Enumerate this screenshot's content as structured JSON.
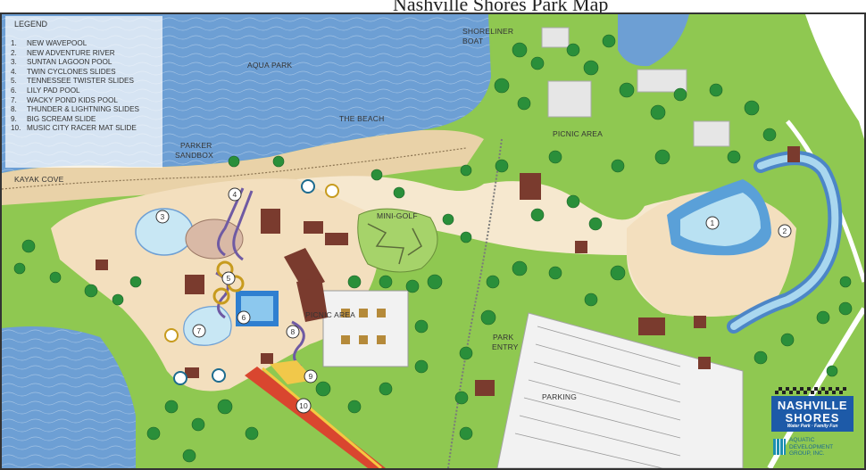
{
  "title": "Nashville Shores Park Map",
  "legend": {
    "title": "LEGEND",
    "items": [
      {
        "num": "1.",
        "name": "NEW WAVEPOOL"
      },
      {
        "num": "2.",
        "name": "NEW ADVENTURE RIVER"
      },
      {
        "num": "3.",
        "name": "SUNTAN LAGOON POOL"
      },
      {
        "num": "4.",
        "name": "TWIN CYCLONES SLIDES"
      },
      {
        "num": "5.",
        "name": "TENNESSEE TWISTER SLIDES"
      },
      {
        "num": "6.",
        "name": "LILY PAD POOL"
      },
      {
        "num": "7.",
        "name": "WACKY POND KIDS POOL"
      },
      {
        "num": "8.",
        "name": "THUNDER & LIGHTNING SLIDES"
      },
      {
        "num": "9.",
        "name": "BIG SCREAM SLIDE"
      },
      {
        "num": "10.",
        "name": "MUSIC CITY RACER MAT SLIDE"
      }
    ]
  },
  "labels": {
    "aqua_park": "AQUA PARK",
    "the_beach": "THE BEACH",
    "shoreliner_1": "SHORELINER",
    "shoreliner_2": "BOAT",
    "picnic_area_top": "PICNIC AREA",
    "parker_1": "PARKER",
    "parker_2": "SANDBOX",
    "kayak_cove": "KAYAK COVE",
    "mini_golf": "MINI-GOLF",
    "picnic_area_bottom": "PICNIC AREA",
    "park_1": "PARK",
    "park_2": "ENTRY",
    "parking": "PARKING"
  },
  "markers": [
    "1",
    "2",
    "3",
    "4",
    "5",
    "6",
    "7",
    "8",
    "9",
    "10"
  ],
  "logo": {
    "line1": "NASHVILLE",
    "line2": "SHORES",
    "tagline": "Water Park · Family Fun",
    "builder_1": "AQUATIC",
    "builder_2": "DEVELOPMENT",
    "builder_3": "GROUP, INC."
  },
  "colors": {
    "water": "#6d9fd4",
    "grass": "#8fc851",
    "sand": "#f3dfbe",
    "path": "#f6e8cf",
    "tree": "#2a8f3a",
    "building": "#7a3b2e",
    "pool": "#b9e1f2",
    "parking": "#f2f2f2"
  }
}
